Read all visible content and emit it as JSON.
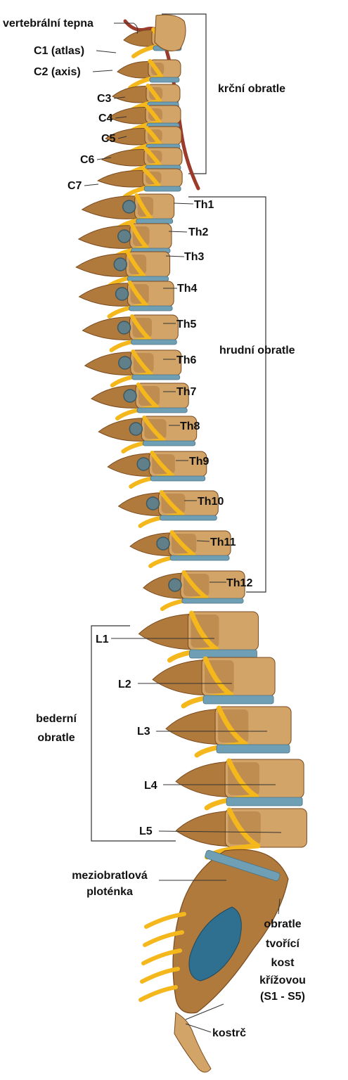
{
  "labels": {
    "vertebral_artery": "vertebrální tepna",
    "c1": "C1 (atlas)",
    "c2": "C2 (axis)",
    "c3": "C3",
    "c4": "C4",
    "c5": "C5",
    "c6": "C6",
    "c7": "C7",
    "cervical_group": "krční obratle",
    "th1": "Th1",
    "th2": "Th2",
    "th3": "Th3",
    "th4": "Th4",
    "th5": "Th5",
    "th6": "Th6",
    "th7": "Th7",
    "th8": "Th8",
    "th9": "Th9",
    "th10": "Th10",
    "th11": "Th11",
    "th12": "Th12",
    "thoracic_group": "hrudní obratle",
    "l1": "L1",
    "l2": "L2",
    "l3": "L3",
    "l4": "L4",
    "l5": "L5",
    "lumbar_group_line1": "bederní",
    "lumbar_group_line2": "obratle",
    "disc_line1": "meziobratlová",
    "disc_line2": "ploténka",
    "sacrum_line1": "obratle",
    "sacrum_line2": "tvořící",
    "sacrum_line3": "kost",
    "sacrum_line4": "křížovou",
    "sacrum_line5": "(S1 - S5)",
    "coccyx": "kostrč"
  },
  "colors": {
    "bone": "#b07a3c",
    "bone_light": "#d2a468",
    "bone_dark": "#7a4a1e",
    "disc": "#6e9fb4",
    "nerve": "#f4b71c",
    "artery": "#9c3a2c",
    "canal": "#2f6f8f",
    "line": "#333333"
  }
}
